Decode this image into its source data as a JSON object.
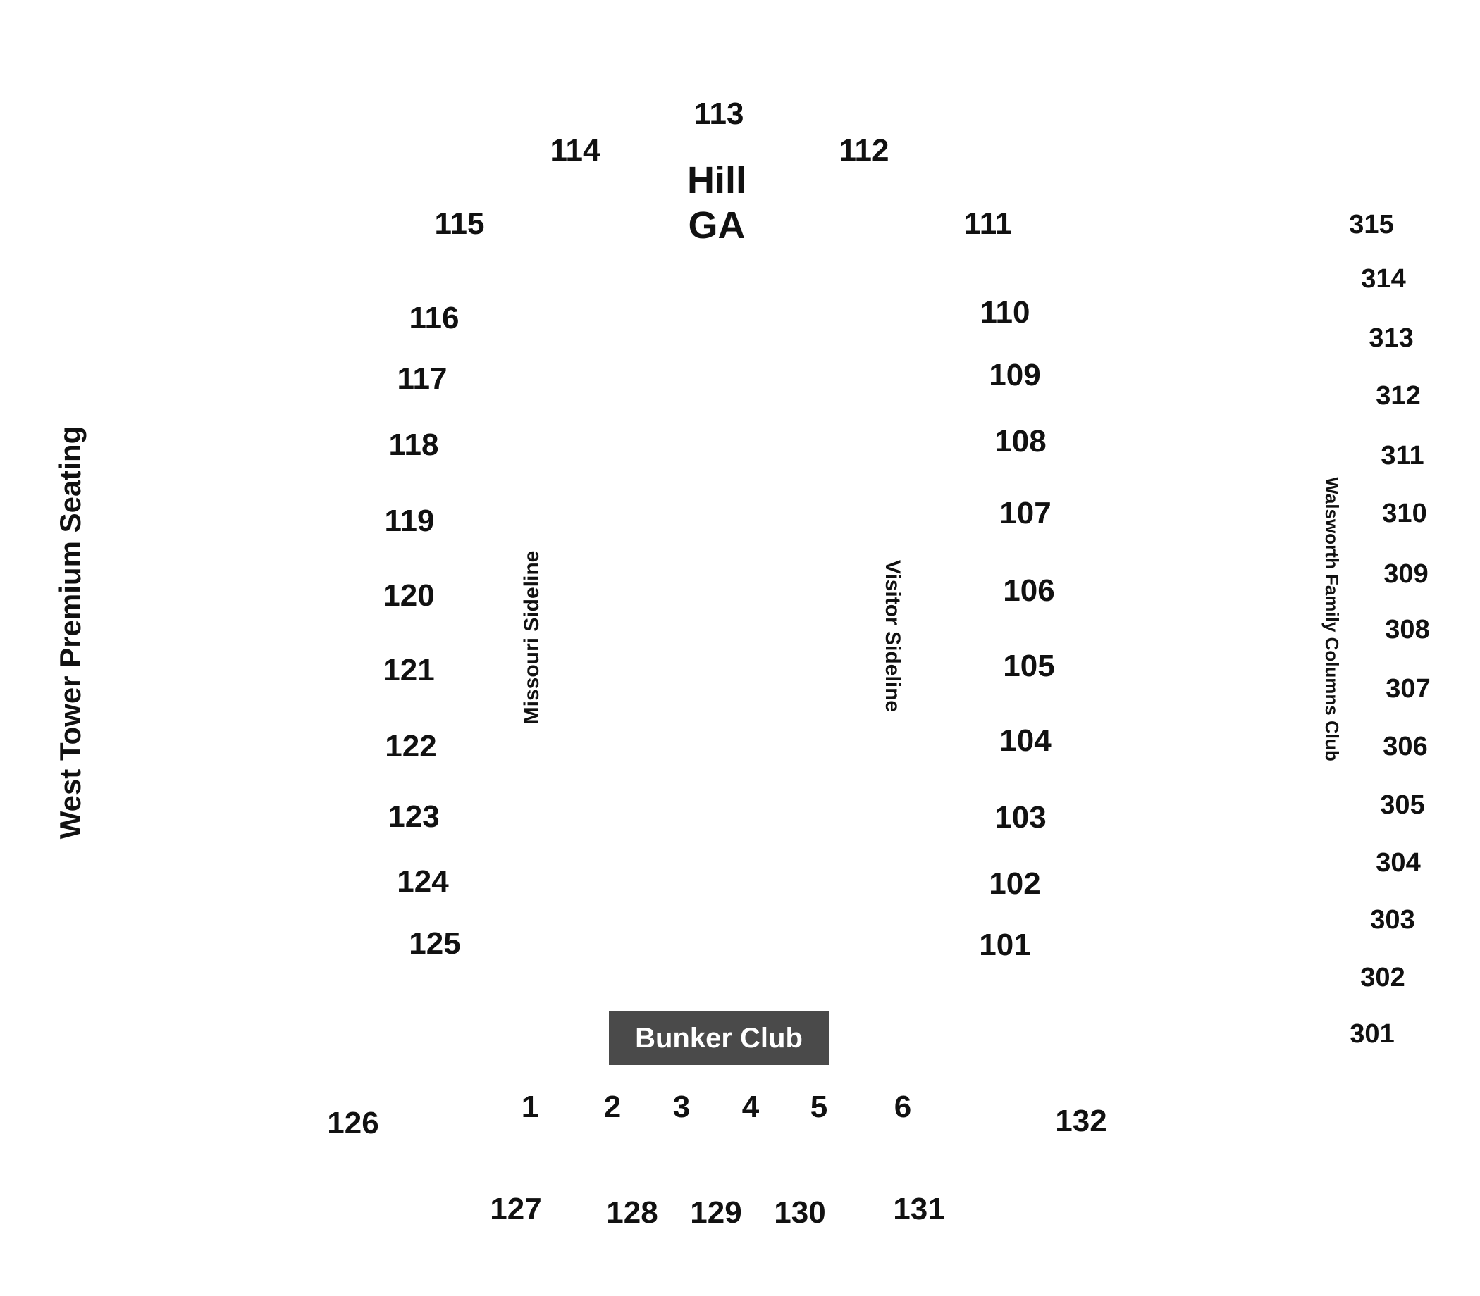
{
  "hill": {
    "line1": "Hill",
    "line2": "GA"
  },
  "labels": {
    "west_tower": "West Tower Premium Seating",
    "missouri_sideline": "Missouri Sideline",
    "visitor_sideline": "Visitor Sideline",
    "walsworth": "Walsworth Family Columns Club",
    "bunker_club": "Bunker Club"
  },
  "sections": {
    "s101": "101",
    "s102": "102",
    "s103": "103",
    "s104": "104",
    "s105": "105",
    "s106": "106",
    "s107": "107",
    "s108": "108",
    "s109": "109",
    "s110": "110",
    "s111": "111",
    "s112": "112",
    "s113": "113",
    "s114": "114",
    "s115": "115",
    "s116": "116",
    "s117": "117",
    "s118": "118",
    "s119": "119",
    "s120": "120",
    "s121": "121",
    "s122": "122",
    "s123": "123",
    "s124": "124",
    "s125": "125",
    "s126": "126",
    "s127": "127",
    "s128": "128",
    "s129": "129",
    "s130": "130",
    "s131": "131",
    "s132": "132",
    "s301": "301",
    "s302": "302",
    "s303": "303",
    "s304": "304",
    "s305": "305",
    "s306": "306",
    "s307": "307",
    "s308": "308",
    "s309": "309",
    "s310": "310",
    "s311": "311",
    "s312": "312",
    "s313": "313",
    "s314": "314",
    "s315": "315"
  },
  "boxes": {
    "b1": "1",
    "b2": "2",
    "b3": "3",
    "b4": "4",
    "b5": "5",
    "b6": "6"
  },
  "colors": {
    "text": "#111111",
    "bunker_bg": "#4a4a4a",
    "bunker_text": "#ffffff"
  }
}
